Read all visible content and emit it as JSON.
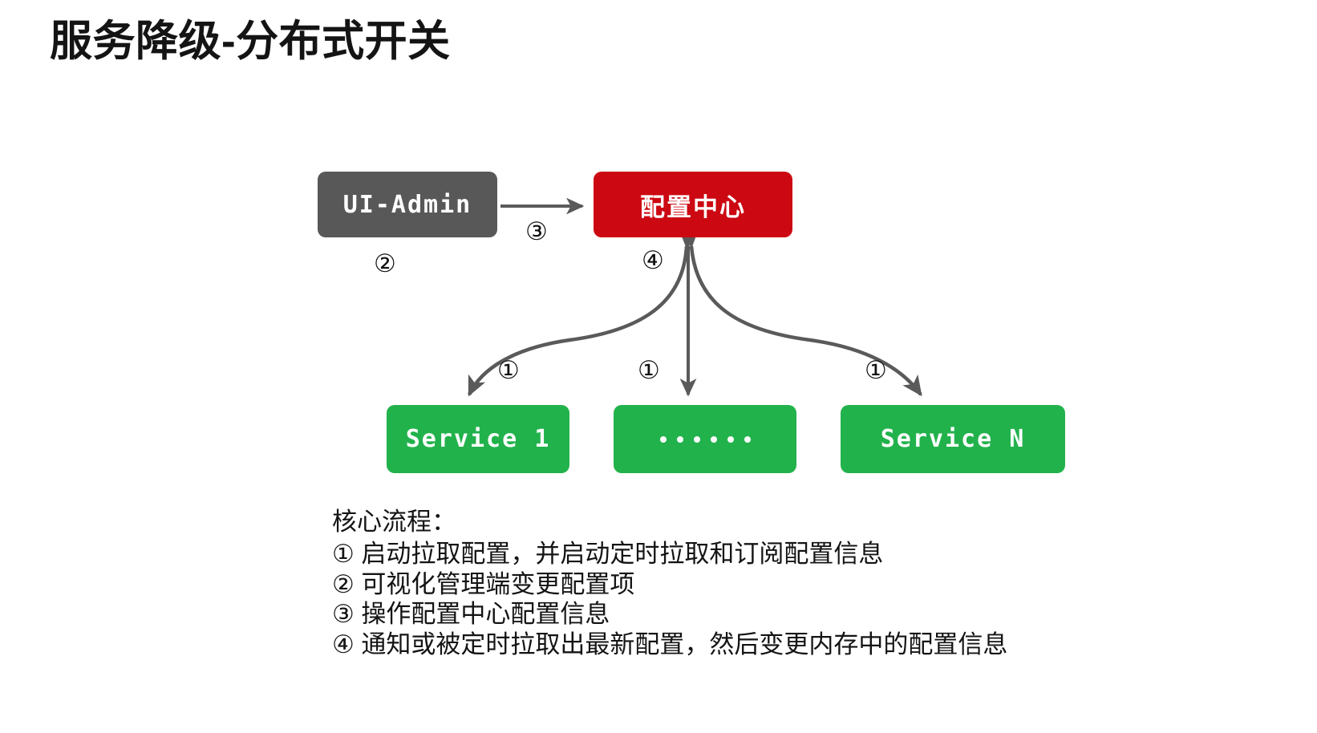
{
  "page": {
    "title": "服务降级-分布式开关",
    "background_color": "#ffffff"
  },
  "colors": {
    "admin_box": "#585858",
    "config_center_box": "#cc0812",
    "service_box": "#22b24c",
    "arrow": "#5a5a5a",
    "text": "#141414"
  },
  "diagram": {
    "type": "flow-architecture",
    "nodes": [
      {
        "id": "ui-admin",
        "label": "UI-Admin",
        "color": "#585858"
      },
      {
        "id": "config-center",
        "label": "配置中心",
        "color": "#cc0812"
      },
      {
        "id": "service-1",
        "label": "Service 1",
        "color": "#22b24c"
      },
      {
        "id": "service-mid",
        "label": "……",
        "color": "#22b24c",
        "dots": 6
      },
      {
        "id": "service-n",
        "label": "Service N",
        "color": "#22b24c"
      }
    ],
    "step_markers": [
      {
        "id": "step-2",
        "label": "②",
        "near": "ui-admin"
      },
      {
        "id": "step-3",
        "label": "③",
        "near": "ui-admin-to-config-center"
      },
      {
        "id": "step-4",
        "label": "④",
        "near": "config-center"
      },
      {
        "id": "step-1a",
        "label": "①",
        "near": "config-center-to-service-1"
      },
      {
        "id": "step-1b",
        "label": "①",
        "near": "config-center-to-service-mid"
      },
      {
        "id": "step-1c",
        "label": "①",
        "near": "config-center-to-service-n"
      }
    ]
  },
  "legend": {
    "heading": "核心流程：",
    "lines": [
      "① 启动拉取配置，并启动定时拉取和订阅配置信息",
      "② 可视化管理端变更配置项",
      "③ 操作配置中心配置信息",
      "④ 通知或被定时拉取出最新配置，然后变更内存中的配置信息"
    ]
  }
}
